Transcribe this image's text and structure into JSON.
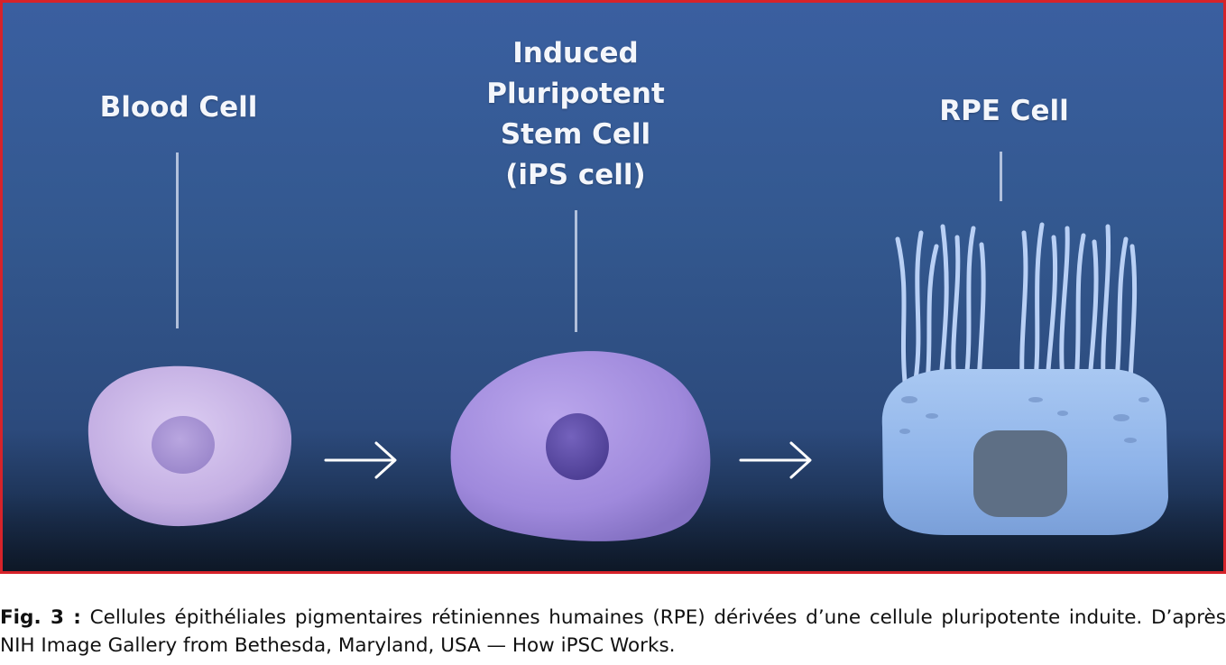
{
  "figure": {
    "labels": {
      "blood_cell": "Blood Cell",
      "ips_cell": "Induced\nPluripotent\nStem Cell\n(iPS cell)",
      "rpe_cell": "RPE Cell"
    },
    "colors": {
      "frame_border": "#d6232a",
      "background": "#33588f",
      "blood_cell": "#c8b3e6",
      "ips_cell": "#a38ddd",
      "rpe_cell": "#8fb4ea",
      "arrow": "#ffffff"
    }
  },
  "caption": {
    "label": "Fig. 3 :",
    "text": " Cellules épithéliales pigmentaires rétiniennes humaines (RPE) dérivées d’une cellule pluripotente induite. D’après NIH Image Gallery from Bethesda, Maryland, USA — How iPSC Works."
  }
}
